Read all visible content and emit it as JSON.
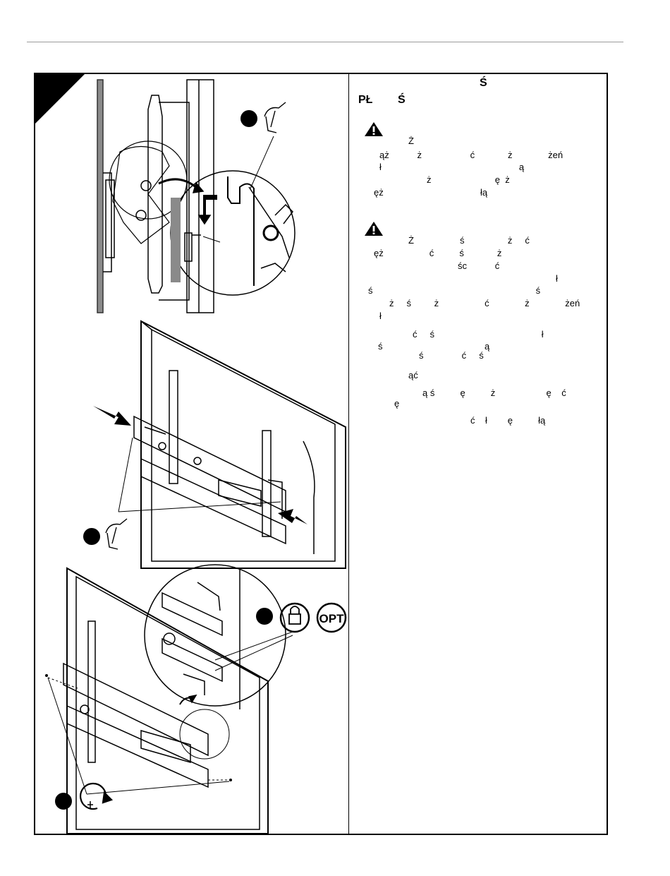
{
  "header": {
    "line1": "Ś",
    "line2": "PŁ        Ś"
  },
  "warnings": [
    {
      "icon": "warning-triangle-icon",
      "lines": [
        "Ż",
        "ąż           ż                   ć             ż              żeń",
        "ł                                                      ą",
        "ż                         ę  ż",
        "ęż                                      łą"
      ]
    },
    {
      "icon": "warning-triangle-icon",
      "lines": [
        "Ż                  ś                 ż     ć",
        "ęż                  ć          ś             ż",
        "śc           ć",
        "ł",
        "ś                                                                ś",
        "ż     ś         ż                  ć              ż              żeń",
        "ł",
        "ć     ś                                          ł",
        "ś                                        ą",
        "ś               ć     ś",
        "ąć",
        "ą ś          ę          ż                    ę    ć",
        "ę",
        "ć    ł        ę          łą"
      ]
    }
  ],
  "icons": {
    "hand": "hand-icon",
    "lock": "lock-icon",
    "opt": "OPT",
    "rotate": "rotate-screw-icon"
  }
}
